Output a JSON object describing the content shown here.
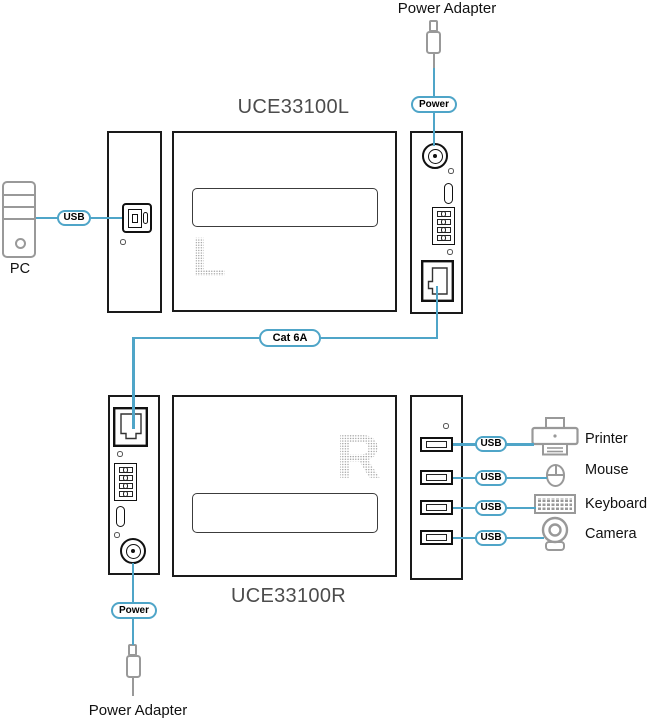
{
  "units": {
    "local": {
      "title": "UCE33100L",
      "vent_letter": "L"
    },
    "remote": {
      "title": "UCE33100R",
      "vent_letter": "R"
    }
  },
  "connections": {
    "pc_usb_badge": "USB",
    "power_top_badge": "Power",
    "power_bottom_badge": "Power",
    "link_badge": "Cat 6A"
  },
  "endpoints": {
    "pc_label": "PC",
    "power_adapter_top_label": "Power Adapter",
    "power_adapter_bottom_label": "Power Adapter"
  },
  "peripherals": [
    {
      "label": "Printer",
      "badge": "USB"
    },
    {
      "label": "Mouse",
      "badge": "USB"
    },
    {
      "label": "Keyboard",
      "badge": "USB"
    },
    {
      "label": "Camera",
      "badge": "USB"
    }
  ],
  "colors": {
    "cable": "#4fa5c8",
    "outline": "#1a1a1a",
    "peripheral": "#999999",
    "title-text": "#4c4c4c",
    "label-text": "#111111"
  }
}
